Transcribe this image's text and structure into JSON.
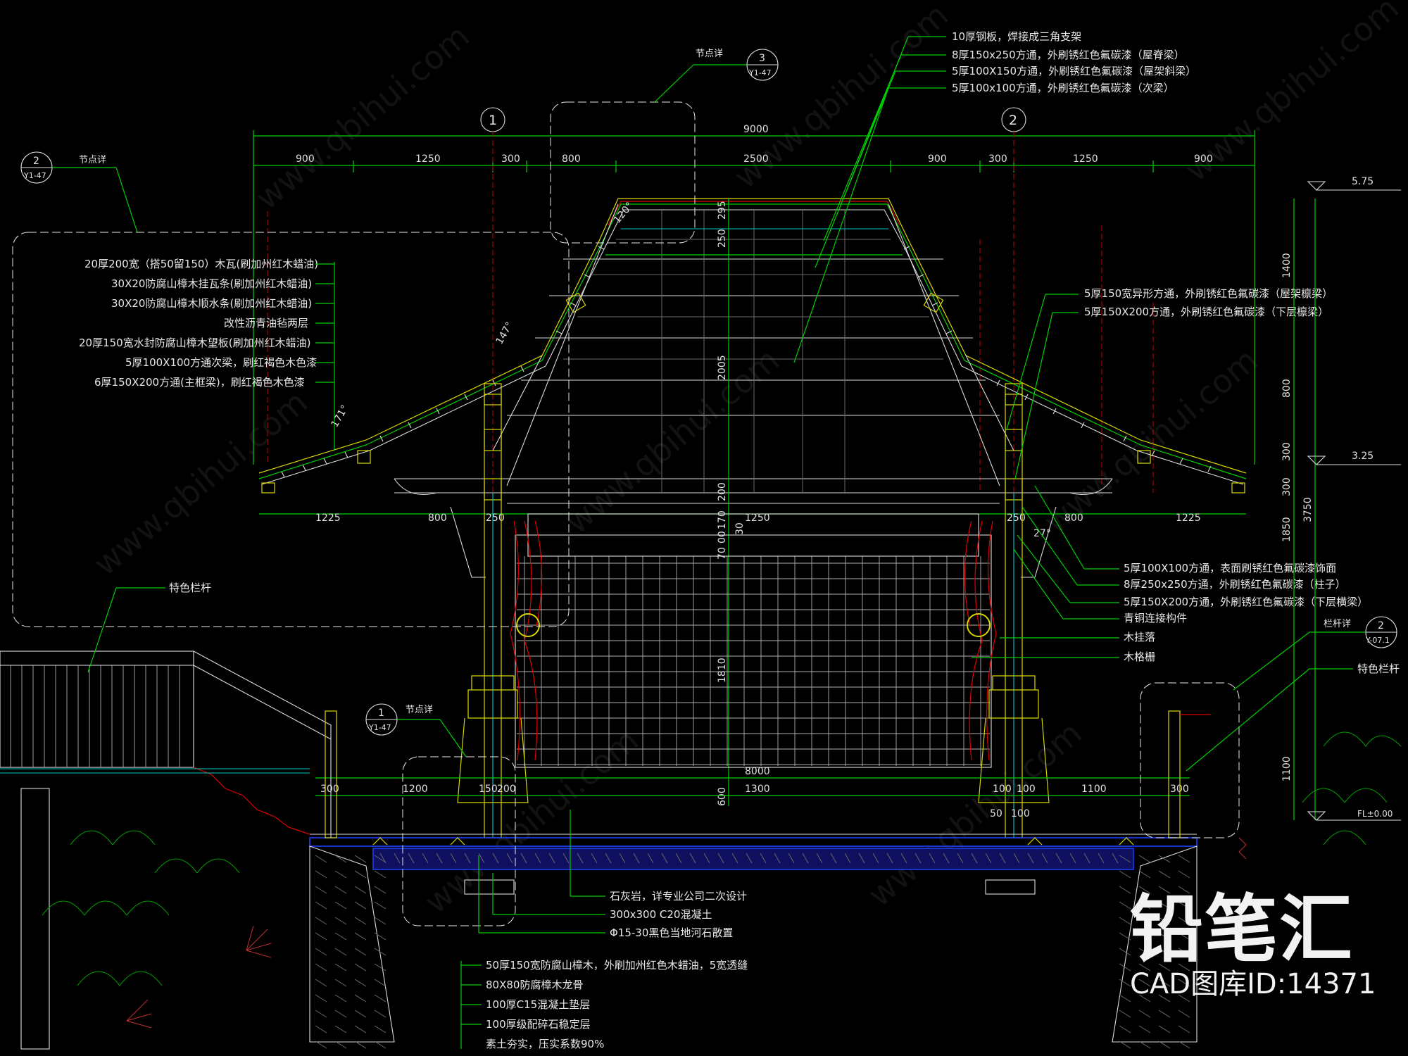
{
  "drawing": {
    "axes": [
      "1",
      "2"
    ],
    "top_dims": [
      "9000",
      "900",
      "1250",
      "300",
      "800",
      "2500",
      "900",
      "300",
      "1250",
      "900"
    ],
    "eave_dims": [
      "1225",
      "800",
      "250",
      "1250",
      "250",
      "800",
      "1225"
    ],
    "ridge_dims": [
      "295",
      "250",
      "2005"
    ],
    "floor_dims": [
      "8000",
      "300",
      "1200",
      "150",
      "200",
      "1300",
      "100",
      "100",
      "1100",
      "300",
      "50",
      "100",
      "600"
    ],
    "post_dims": [
      "200",
      "170",
      "00",
      "30",
      "70",
      "1810"
    ],
    "right_dims": [
      "1400",
      "800",
      "300",
      "300",
      "3750",
      "1850",
      "1100"
    ],
    "levels": [
      "5.75",
      "3.25",
      "FL±0.00"
    ],
    "angles": [
      "120°",
      "147°",
      "171°",
      "27°"
    ],
    "callouts": {
      "top": [
        "10厚钢板，焊接成三角支架",
        "8厚150x250方通，外刷锈红色氟碳漆（屋脊梁）",
        "5厚100X150方通，外刷锈红色氟碳漆（屋架斜梁）",
        "5厚100x100方通，外刷锈红色氟碳漆（次梁）"
      ],
      "left": [
        "20厚200宽（搭50留150）木瓦(刷加州红木蜡油)",
        "30X20防腐山樟木挂瓦条(刷加州红木蜡油)",
        "30X20防腐山樟木顺水条(刷加州红木蜡油)",
        "改性沥青油毡两层",
        "20厚150宽水封防腐山樟木望板(刷加州红木蜡油)",
        "5厚100X100方通次梁，刷红褐色木色漆",
        "6厚150X200方通(主框梁)，刷红褐色木色漆"
      ],
      "right_mid": [
        "5厚150宽异形方通，外刷锈红色氟碳漆（屋架檩梁）",
        "5厚150X200方通，外刷锈红色氟碳漆（下层檩梁）"
      ],
      "right_low": [
        "5厚100X100方通，表面刷锈红色氟碳漆饰面",
        "8厚250x250方通，外刷锈红色氟碳漆（柱子）",
        "5厚150X200方通，外刷锈红色氟碳漆（下层横梁）",
        "青铜连接构件",
        "木挂落",
        "木格栅"
      ],
      "bottom": [
        "石灰岩，详专业公司二次设计",
        "300x300 C20混凝土",
        "Φ15-30黑色当地河石散置",
        "50厚150宽防腐山樟木，外刷加州红色木蜡油，5宽透缝",
        "80X80防腐樟木龙骨",
        "100厚C15混凝土垫层",
        "100厚级配碎石稳定层",
        "素土夯实，压实系数90%"
      ],
      "railing_left": "特色栏杆",
      "railing_right": "特色栏杆",
      "railing_detail": "栏杆详"
    },
    "detail_refs": [
      {
        "label": "节点详",
        "num": "3",
        "ref": "Y1-47"
      },
      {
        "label": "节点详",
        "num": "2",
        "ref": "Y1-47"
      },
      {
        "label": "节点详",
        "num": "1",
        "ref": "Y1-47"
      },
      {
        "label": "栏杆详",
        "num": "2",
        "ref": "Y-07.1"
      }
    ]
  },
  "watermark": "www.qbihui.com",
  "brand": {
    "logo": "铅笔汇",
    "caption": "CAD图库ID:14371"
  },
  "colors": {
    "background": "#000000",
    "green": "#00d000",
    "yellow": "#d8d800",
    "red": "#e00000",
    "cyan": "#00c8c8",
    "blue": "#2040ff",
    "white": "#dcdcdc"
  }
}
